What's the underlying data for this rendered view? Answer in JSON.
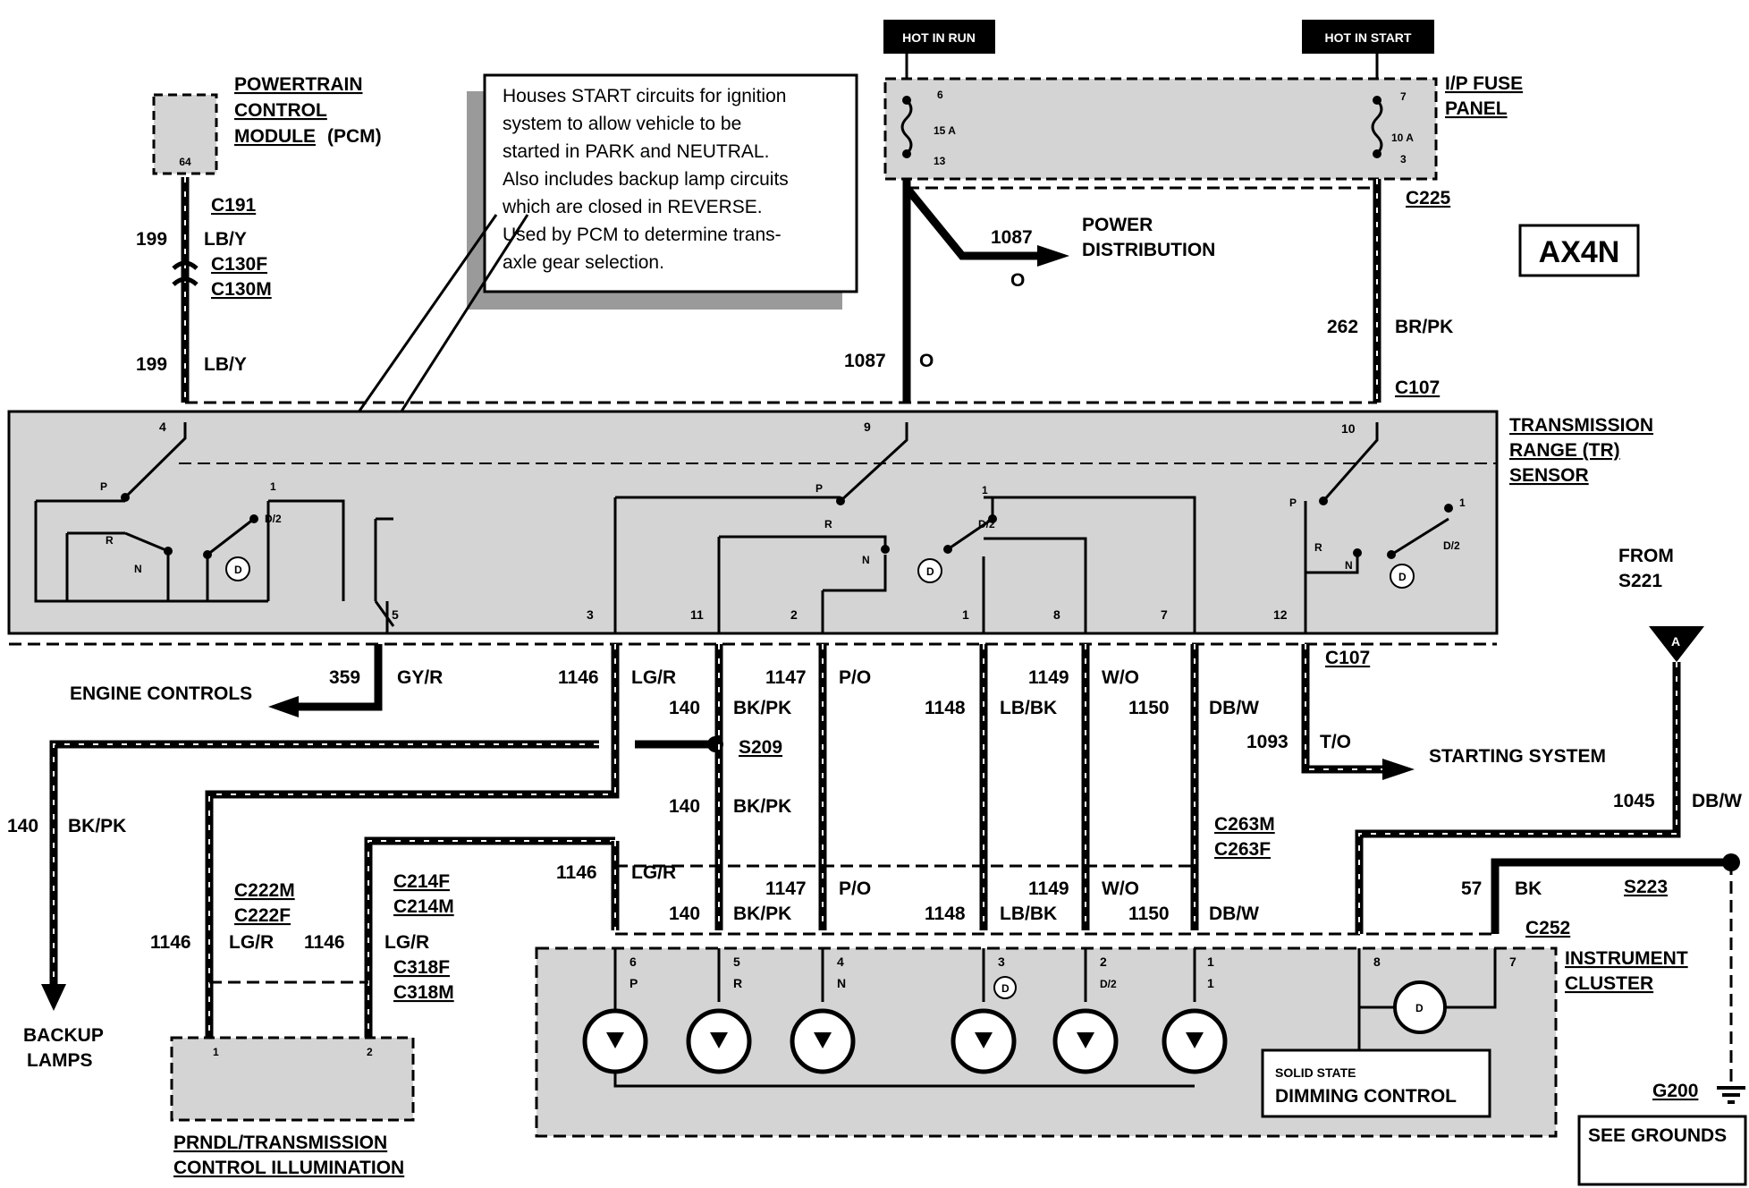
{
  "header": {
    "hot_in_run": "HOT IN RUN",
    "hot_in_start": "HOT IN START",
    "model_tag": "AX4N"
  },
  "note": {
    "lines": [
      "Houses START circuits for ignition",
      "system to allow vehicle to be",
      "started in PARK and NEUTRAL.",
      "Also includes backup lamp circuits",
      "which are closed in REVERSE.",
      "Used by PCM to determine trans-",
      "axle gear selection."
    ]
  },
  "components": {
    "pcm": {
      "line1": "POWERTRAIN",
      "line2": "CONTROL",
      "line3": "MODULE",
      "suffix": "(PCM)",
      "pin": "64"
    },
    "fuse_panel": {
      "line1": "I/P FUSE",
      "line2": "PANEL",
      "fuse1": "15 A",
      "fuse2": "10 A",
      "pins": [
        "6",
        "13",
        "7",
        "3"
      ]
    },
    "tr_sensor": {
      "line1": "TRANSMISSION",
      "line2": "RANGE (TR)",
      "line3": "SENSOR"
    },
    "instrument_cluster": {
      "line1": "INSTRUMENT",
      "line2": "CLUSTER"
    },
    "dimming": {
      "line1": "SOLID STATE",
      "line2": "DIMMING CONTROL"
    },
    "prndl": {
      "line1": "PRNDL/TRANSMISSION",
      "line2": "CONTROL ILLUMINATION",
      "pins": [
        "1",
        "2"
      ]
    },
    "see_grounds": "SEE GROUNDS",
    "from_s221": {
      "line1": "FROM",
      "line2": "S221",
      "marker": "A"
    }
  },
  "destinations": {
    "power_distribution": {
      "line1": "POWER",
      "line2": "DISTRIBUTION"
    },
    "engine_controls": "ENGINE CONTROLS",
    "starting_system": "STARTING SYSTEM",
    "backup_lamps": {
      "line1": "BACKUP",
      "line2": "LAMPS"
    }
  },
  "connectors": {
    "c191": "C191",
    "c130f": "C130F",
    "c130m": "C130M",
    "c225": "C225",
    "c107_top": "C107",
    "c107_bot": "C107",
    "s209": "S209",
    "c263m": "C263M",
    "c263f": "C263F",
    "c222m": "C222M",
    "c222f": "C222F",
    "c214f": "C214F",
    "c214m": "C214M",
    "c318f": "C318F",
    "c318m": "C318M",
    "s223": "S223",
    "c252": "C252",
    "g200": "G200"
  },
  "circuits": {
    "w199a": {
      "num": "199",
      "color": "LB/Y"
    },
    "w199b": {
      "num": "199",
      "color": "LB/Y"
    },
    "w1087v": {
      "num": "1087",
      "color": "O"
    },
    "w1087h": {
      "num": "1087",
      "color": "O"
    },
    "w262": {
      "num": "262",
      "color": "BR/PK"
    },
    "w359": {
      "num": "359",
      "color": "GY/R"
    },
    "w1146a": {
      "num": "1146",
      "color": "LG/R"
    },
    "w1147a": {
      "num": "1147",
      "color": "P/O"
    },
    "w140a": {
      "num": "140",
      "color": "BK/PK"
    },
    "w1148a": {
      "num": "1148",
      "color": "LB/BK"
    },
    "w1149a": {
      "num": "1149",
      "color": "W/O"
    },
    "w1150a": {
      "num": "1150",
      "color": "DB/W"
    },
    "w1093": {
      "num": "1093",
      "color": "T/O"
    },
    "w140b": {
      "num": "140",
      "color": "BK/PK"
    },
    "w140c": {
      "num": "140",
      "color": "BK/PK"
    },
    "w1045": {
      "num": "1045",
      "color": "DB/W"
    },
    "w1146b": {
      "num": "1146",
      "color": "LG/R"
    },
    "w1147b": {
      "num": "1147",
      "color": "P/O"
    },
    "w140d": {
      "num": "140",
      "color": "BK/PK"
    },
    "w1148b": {
      "num": "1148",
      "color": "LB/BK"
    },
    "w1149b": {
      "num": "1149",
      "color": "W/O"
    },
    "w1150b": {
      "num": "1150",
      "color": "DB/W"
    },
    "w57": {
      "num": "57",
      "color": "BK"
    },
    "w1146c": {
      "num": "1146",
      "color": "LG/R"
    },
    "w1146d": {
      "num": "1146",
      "color": "LG/R"
    }
  },
  "sensor_pins": {
    "p4": "4",
    "p9": "9",
    "p10": "10",
    "p5": "5",
    "p3": "3",
    "p11": "11",
    "p2": "2",
    "p1": "1",
    "p8": "8",
    "p7": "7",
    "p12": "12"
  },
  "gear_labels": {
    "p": "P",
    "r": "R",
    "n": "N",
    "d": "D",
    "d2": "D/2",
    "one": "1"
  },
  "cluster_pins": {
    "c6": "6",
    "c5": "5",
    "c4": "4",
    "c3": "3",
    "c2": "2",
    "c1": "1",
    "c8": "8",
    "c7": "7"
  },
  "lamps": [
    "P",
    "R",
    "N",
    "D",
    "D/2",
    "1"
  ]
}
